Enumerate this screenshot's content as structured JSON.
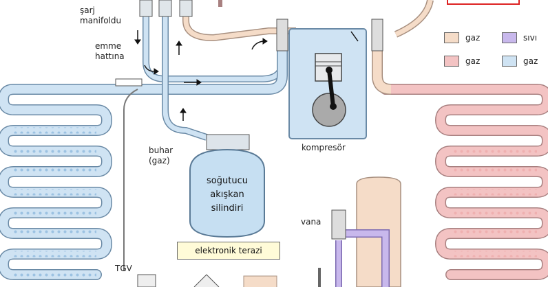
{
  "labels": {
    "manifold": "şarj\nmanifoldu",
    "suction": "emme\nhattına",
    "vapor": "buhar\n(gaz)",
    "compressor": "kompresör",
    "valve": "vana",
    "tgv": "TGV"
  },
  "cylinder": {
    "text": "soğutucu\nakışkan\nsilindiri"
  },
  "scale": {
    "label": "elektronik terazi"
  },
  "legend": [
    {
      "label": "gaz",
      "color": "#f5dcc8"
    },
    {
      "label": "sıvı",
      "color": "#c8b8ec"
    },
    {
      "label": "gaz",
      "color": "#f3c3c3"
    },
    {
      "label": "gaz",
      "color": "#cfe3f3"
    }
  ],
  "colors": {
    "cold_gas": "#cfe3f3",
    "hot_gas": "#f3c3c3",
    "warm_gas": "#f5dcc8",
    "liquid": "#c8b8ec",
    "outline": "#6a8aa6"
  }
}
